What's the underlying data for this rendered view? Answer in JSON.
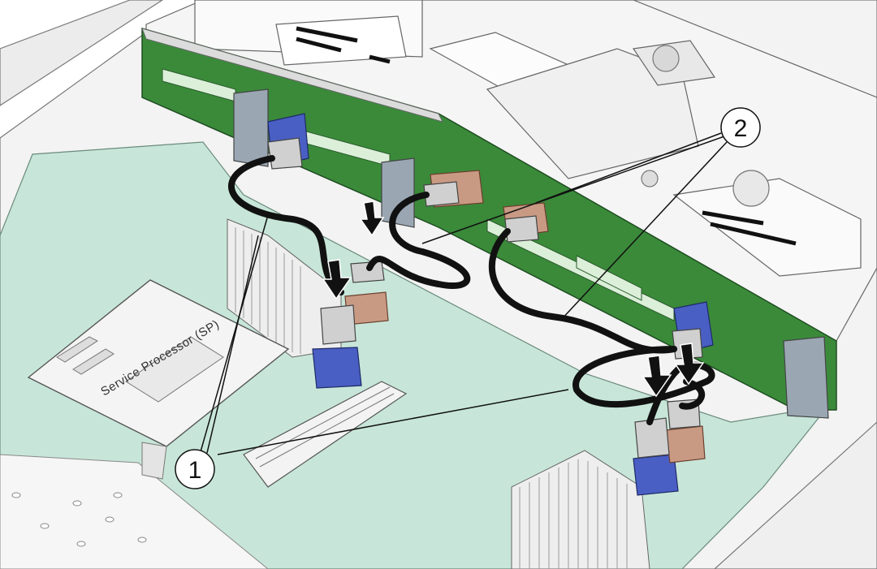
{
  "diagram": {
    "board_label": "Service Processor (SP)",
    "callouts": [
      {
        "id": "1",
        "label": "1"
      },
      {
        "id": "2",
        "label": "2"
      }
    ],
    "colors": {
      "motherboard": "#c7e6d9",
      "backplane": "#3a8a3a",
      "backplane_dark": "#24592a",
      "chassis": "#f2f2f2",
      "outline": "#555555",
      "connector_blue": "#4a5fc4",
      "connector_tan": "#c99a83",
      "cable": "#111111",
      "heatsink": "#e8e8e8"
    }
  }
}
